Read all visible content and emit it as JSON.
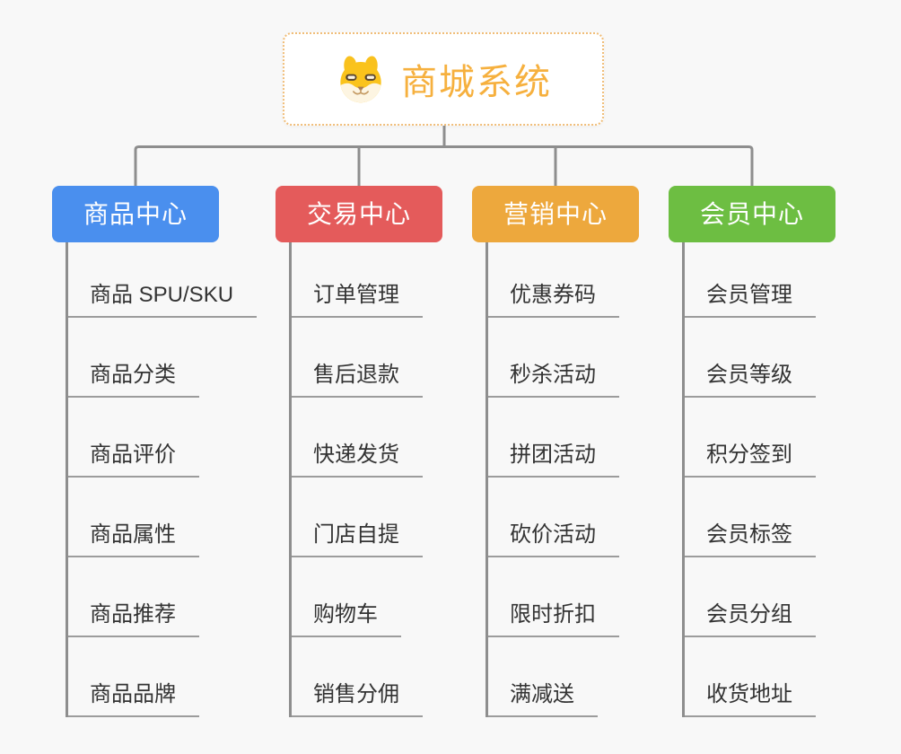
{
  "root": {
    "title": "商城系统",
    "icon": "dog-face-icon",
    "accent_color": "#f6b03e",
    "border_color": "#f0bd78",
    "background": "#ffffff"
  },
  "branches": [
    {
      "label": "商品中心",
      "color": "#4a8fee",
      "items": [
        "商品 SPU/SKU",
        "商品分类",
        "商品评价",
        "商品属性",
        "商品推荐",
        "商品品牌"
      ]
    },
    {
      "label": "交易中心",
      "color": "#e45b5b",
      "items": [
        "订单管理",
        "售后退款",
        "快递发货",
        "门店自提",
        "购物车",
        "销售分佣"
      ]
    },
    {
      "label": "营销中心",
      "color": "#eda83d",
      "items": [
        "优惠券码",
        "秒杀活动",
        "拼团活动",
        "砍价活动",
        "限时折扣",
        "满减送"
      ]
    },
    {
      "label": "会员中心",
      "color": "#6dbe42",
      "items": [
        "会员管理",
        "会员等级",
        "积分签到",
        "会员标签",
        "会员分组",
        "收货地址"
      ]
    }
  ],
  "canvas": {
    "background": "#f8f8f8",
    "connector_color": "#8e8e8e",
    "underline_color": "#9c9c9c",
    "item_text_color": "#333333"
  }
}
